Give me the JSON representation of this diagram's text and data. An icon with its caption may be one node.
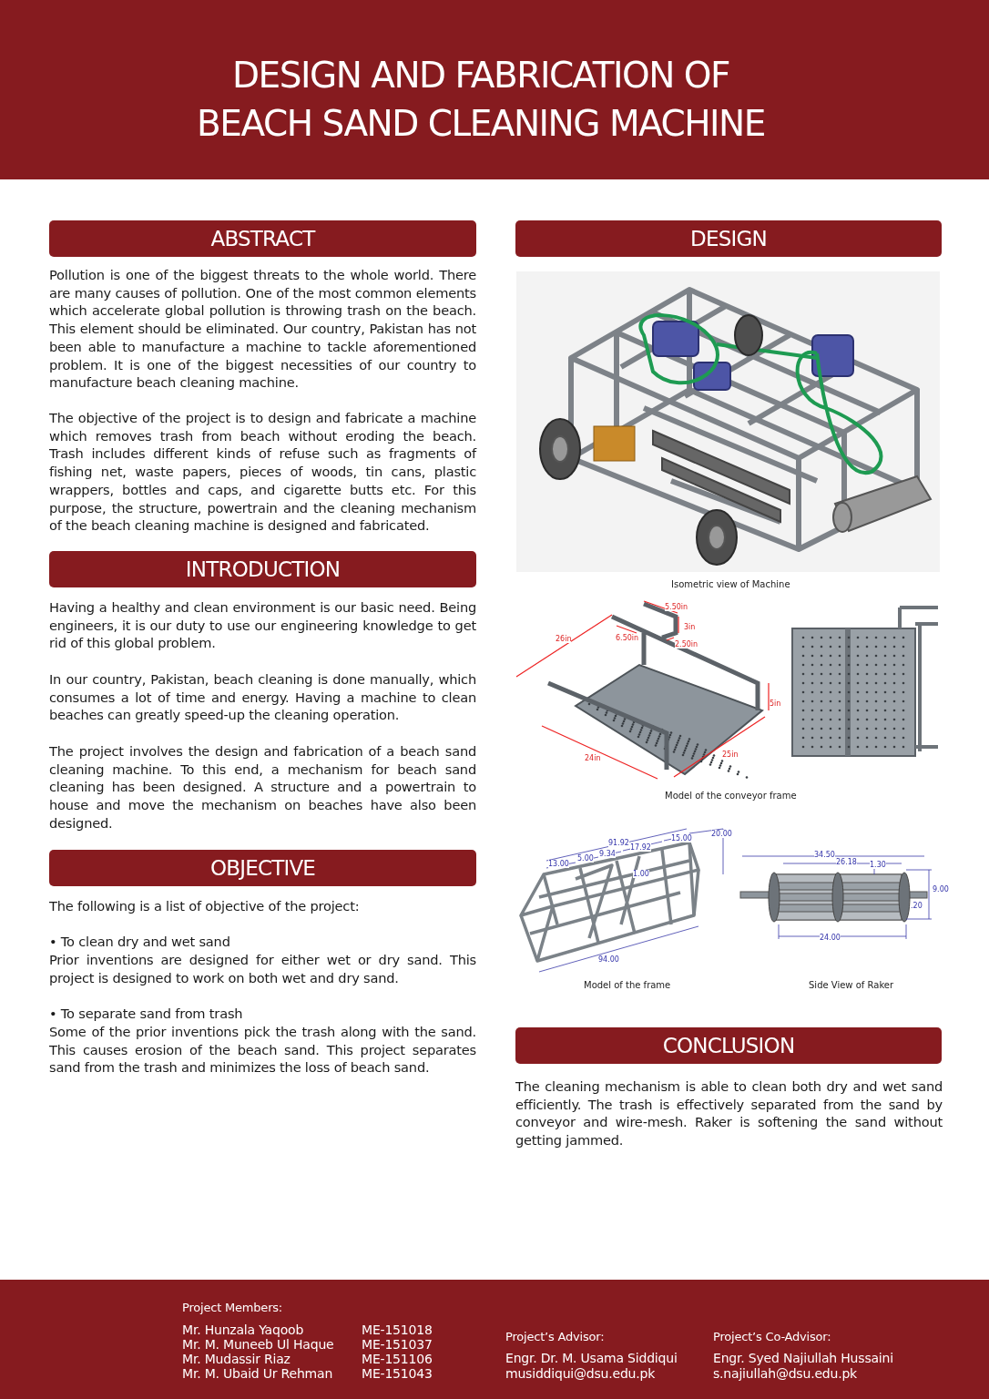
{
  "diagram": {
    "title": "DESIGN AND FABRICATION OF BEACH SAND CLEANING MACHINE",
    "nodes": [
      {
        "text": [
          "ABSTRACT"
        ]
      },
      {
        "text": [
          "INTRODUCTION"
        ]
      },
      {
        "text": [
          "OBJECTIVE"
        ]
      },
      {
        "text": [
          "DESIGN"
        ]
      },
      {
        "text": [
          "CONCLUSION"
        ]
      }
    ],
    "labels": [
      "Pollution is one of the biggest threats to the whole world. There are many causes of pollution. One of the most common elements which accelerate global pollution is throwing trash on the beach. This element should be eliminated. Our country, Pakistan has not been able to manufacture a machine to tackle aforementioned problem. It is one of the biggest necessities of our country to manufacture beach cleaning machine.",
      "The objective of the project is to design and fabricate a machine which removes trash from beach without eroding the beach. Trash includes different kinds of refuse such as fragments of fishing net, waste papers, pieces of woods, tin cans, plastic wrappers, bottles and caps, and cigarette butts etc. For this purpose, the structure, powertrain and the cleaning mechanism of the beach cleaning machine is designed and fabricated.",
      "Having a healthy and clean environment is our basic need. Being engineers, it is our duty to use our engineering knowledge to get rid of this global problem.",
      "In our country, Pakistan, beach cleaning is done manually, which consumes a lot of time and energy. Having a machine to clean beaches can greatly speed-up the cleaning operation.",
      "The project involves the design and fabrication of a beach sand cleaning machine. To this end, a mechanism for beach sand cleaning has been designed. A structure and a powertrain to house and move the mechanism on beaches have also been designed.",
      "The following is a list of objective of the project:",
      "• To clean dry and wet sand",
      "Prior inventions are designed for either wet or dry sand. This project is designed to work on both wet and dry sand.",
      "• To separate sand from trash",
      "Some of the prior inventions pick the trash along with the sand. This causes erosion of the beach sand. This project separates sand from the trash and minimizes the loss of beach sand.",
      "Isometric view of Machine",
      "5.50in",
      "3in",
      "6.50in",
      "2.50in",
      "26in",
      "5in",
      "24in",
      "25in",
      "Model of the conveyor frame",
      "91.92",
      "13.00",
      "5.00",
      "9.34",
      "17.92",
      "15.00",
      "20.00",
      "1.00",
      "94.00",
      "34.50",
      "26.18",
      "1.30",
      "9.00",
      ".20",
      "24.00",
      "Model of the frame",
      "Side View of Raker",
      "The cleaning mechanism is able to clean both dry and wet sand efficiently. The trash is effectively separated from the sand by conveyor and wire-mesh. Raker is softening the sand without getting jammed.",
      "Project Members:",
      "Mr. Hunzala Yaqoob",
      "ME-151018",
      "Mr. M. Muneeb Ul Haque",
      "ME-151037",
      "Mr. Mudassir Riaz",
      "ME-151106",
      "Mr. M. Ubaid Ur Rehman",
      "ME-151043",
      "Project’s Advisor:",
      "Engr. Dr. M. Usama Siddiqui",
      "musiddiqui@dsu.edu.pk",
      "Project’s Co-Advisor:",
      "Engr. Syed Najiullah Hussaini",
      "s.najiullah@dsu.edu.pk"
    ]
  }
}
